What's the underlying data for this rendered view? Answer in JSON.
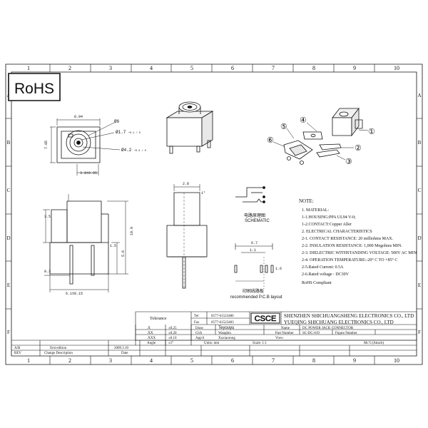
{
  "rohs_badge": "RoHS",
  "grid": {
    "columns": [
      "1",
      "2",
      "3",
      "4",
      "5",
      "6",
      "7",
      "8",
      "9",
      "10"
    ],
    "rows": [
      "A",
      "B",
      "C",
      "D",
      "E",
      "F"
    ]
  },
  "front_view": {
    "dim_width": "8.94",
    "dim_height": "7.05",
    "dim_bottom": "3.9±0.05",
    "dim_phi6": "Ø6",
    "dim_phi17": "Ø1.7",
    "dim_phi17_tol": "+0.1 / 0",
    "dim_phi42": "Ø4.2",
    "dim_phi42_tol": "+0.3 / 0"
  },
  "side_view": {
    "dim_left_height": "3.5",
    "dim_total_height": "10.9",
    "dim_mid_height": "5.6",
    "dim_right_small": "1.5",
    "dim_bottom_left": "0.3",
    "dim_pitch": "6.1±0.15"
  },
  "end_view": {
    "dim_top": "2.8",
    "dim_angle": "1°"
  },
  "schematic": {
    "label_cn": "电路原理图",
    "label_en": "SCHEMATIC"
  },
  "pcb_layout": {
    "dim_total": "6.7",
    "dim_inner": "1.1",
    "dim_pad": "1.6",
    "label_cn": "印刷线路板",
    "label_en": "recommended P.C.B layout"
  },
  "exploded_view": {
    "callouts": [
      "①",
      "②",
      "③",
      "④",
      "⑤",
      "⑥"
    ]
  },
  "notes": {
    "title": "NOTE:",
    "lines": [
      "1. MATERIAL:",
      "1-1.HOUSING:PPA UL94 V-0;",
      "1-2.CONTACT:Copper Aller",
      "2. ELECTRICAL CHARACTERISTICS",
      "2-1. CONTACT RESISTANCE: 20 milliohms  MAX.",
      "2-2. INSULATION RESISTANCE: 1,000 Megohms MIN.",
      "2-3. DIELECTRIC WITHSTANDING VOLTAGE: 500V AC MIN",
      "2-4. OPERATION  TEMPERATURE:-20° C TO  +85° C",
      "2-5.Rated Current: 0.5A",
      "2-6.Rated voltage : DC30V",
      "RoHS Compliant"
    ]
  },
  "title_block": {
    "tolerance_label": "Tolerance",
    "tel_label": "Tel",
    "tel_value": "0577-61523486",
    "fax_label": "Fax",
    "fax_value": "0577-61523483",
    "logo": "CSCE",
    "company1": "SHENZHEN SHICHUANGSHENG ELECTRONICS CO., LTD",
    "company2": "YUEQING SHICHUANG ELECTRONICS CO., LTD",
    "tol_rows": [
      {
        "key": ".X",
        "val": "±0.25"
      },
      {
        "key": ".XX",
        "val": "±0.20"
      },
      {
        "key": ".XXX",
        "val": "±0.10"
      }
    ],
    "drawn_label": "Draw",
    "drawn_value": "Teyouyu",
    "check_label": "Ch'k",
    "check_value": "Wangbin",
    "appd_label": "App'd",
    "appd_value": "Xuxiaorong",
    "name_label": "Name",
    "name_value": "DC POWER JACK CONNECTOR",
    "partno_label": "Part Number",
    "partno_value": "SC-DC-019",
    "view_label": "View:",
    "figure_label": "Figure Number",
    "angle_label": "Angle",
    "angle_value": "±1°",
    "units_label": "Units: mm",
    "scale_label": "Scale: 1:1",
    "sheet_label": "Mc'1:(Attach)",
    "rev_rows": [
      {
        "rev": "A/B",
        "desc": "first edition",
        "date": "2009.3.10"
      },
      {
        "rev": "REV",
        "desc": "Change Description",
        "date": "Date"
      }
    ]
  }
}
